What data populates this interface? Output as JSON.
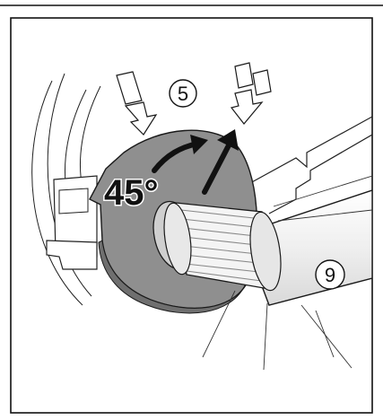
{
  "callouts": {
    "step": "5",
    "part": "9"
  },
  "angle_label": "45°",
  "colors": {
    "disc": "#8f8f8f",
    "disc_rim": "#6f6f6f",
    "shaft": "#f2f2f2",
    "knurl_light": "#f4f4f4",
    "knurl_dark": "#bdbdbd",
    "arrow": "#111111",
    "outline": "#1a1a1a",
    "frame": "#111111"
  },
  "icons": {
    "rotation": "curved-arrow-icon",
    "pointer": "triangle-marker-icon",
    "press_left": "press-down-arrow-icon",
    "press_right": "press-down-arrow-icon"
  }
}
